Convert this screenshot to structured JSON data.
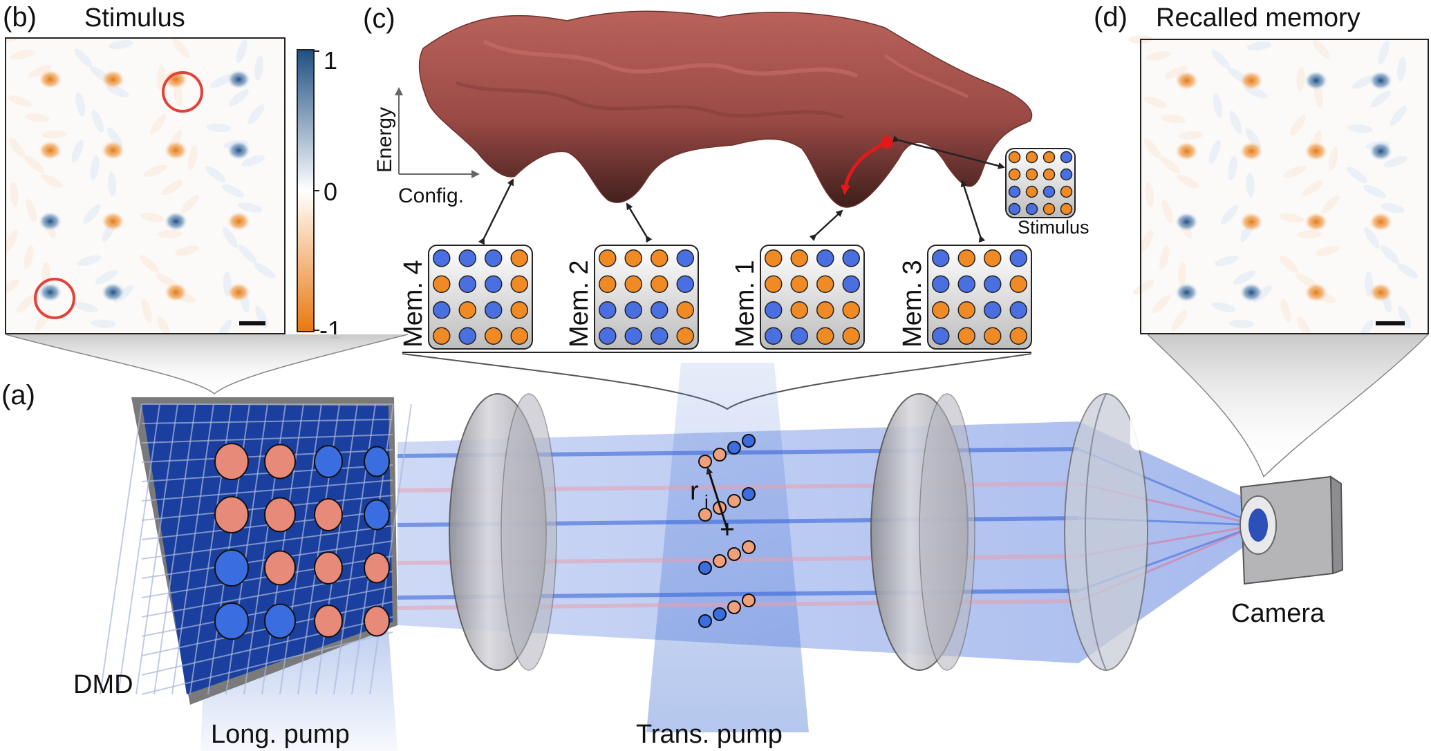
{
  "panels": {
    "a": "(a)",
    "b": "(b)",
    "c": "(c)",
    "d": "(d)"
  },
  "titles": {
    "stimulus": "Stimulus",
    "recalled": "Recalled memory"
  },
  "colorbar": {
    "ticks": [
      "1",
      "0",
      "-1"
    ],
    "colors": {
      "positive": "#2a5a8e",
      "zero": "#ffffff",
      "negative": "#e8851f"
    }
  },
  "landscape": {
    "axis_y": "Energy",
    "axis_x": "Config.",
    "stimulus_label": "Stimulus",
    "surface_color": "#a3504a"
  },
  "memories": [
    {
      "label": "Mem. 4",
      "pattern": [
        [
          "b",
          "b",
          "b",
          "o"
        ],
        [
          "o",
          "b",
          "b",
          "o"
        ],
        [
          "b",
          "o",
          "b",
          "o"
        ],
        [
          "o",
          "b",
          "o",
          "o"
        ]
      ]
    },
    {
      "label": "Mem. 2",
      "pattern": [
        [
          "o",
          "o",
          "o",
          "b"
        ],
        [
          "o",
          "o",
          "o",
          "b"
        ],
        [
          "b",
          "b",
          "b",
          "o"
        ],
        [
          "b",
          "b",
          "b",
          "o"
        ]
      ]
    },
    {
      "label": "Mem. 1",
      "pattern": [
        [
          "o",
          "o",
          "b",
          "b"
        ],
        [
          "o",
          "o",
          "o",
          "b"
        ],
        [
          "b",
          "o",
          "o",
          "o"
        ],
        [
          "b",
          "b",
          "o",
          "o"
        ]
      ]
    },
    {
      "label": "Mem. 3",
      "pattern": [
        [
          "b",
          "o",
          "o",
          "b"
        ],
        [
          "b",
          "b",
          "b",
          "o"
        ],
        [
          "o",
          "o",
          "b",
          "b"
        ],
        [
          "b",
          "o",
          "o",
          "o"
        ]
      ]
    }
  ],
  "stimulus_pattern": [
    [
      "o",
      "o",
      "o",
      "b"
    ],
    [
      "o",
      "o",
      "o",
      "b"
    ],
    [
      "b",
      "o",
      "b",
      "o"
    ],
    [
      "b",
      "b",
      "o",
      "o"
    ]
  ],
  "dot_colors": {
    "o": "#f08a24",
    "b": "#4a6fe0"
  },
  "setup": {
    "dmd": "DMD",
    "long_pump": "Long. pump",
    "trans_pump": "Trans. pump",
    "camera": "Camera",
    "position_symbol": "r",
    "position_sub": "i"
  }
}
